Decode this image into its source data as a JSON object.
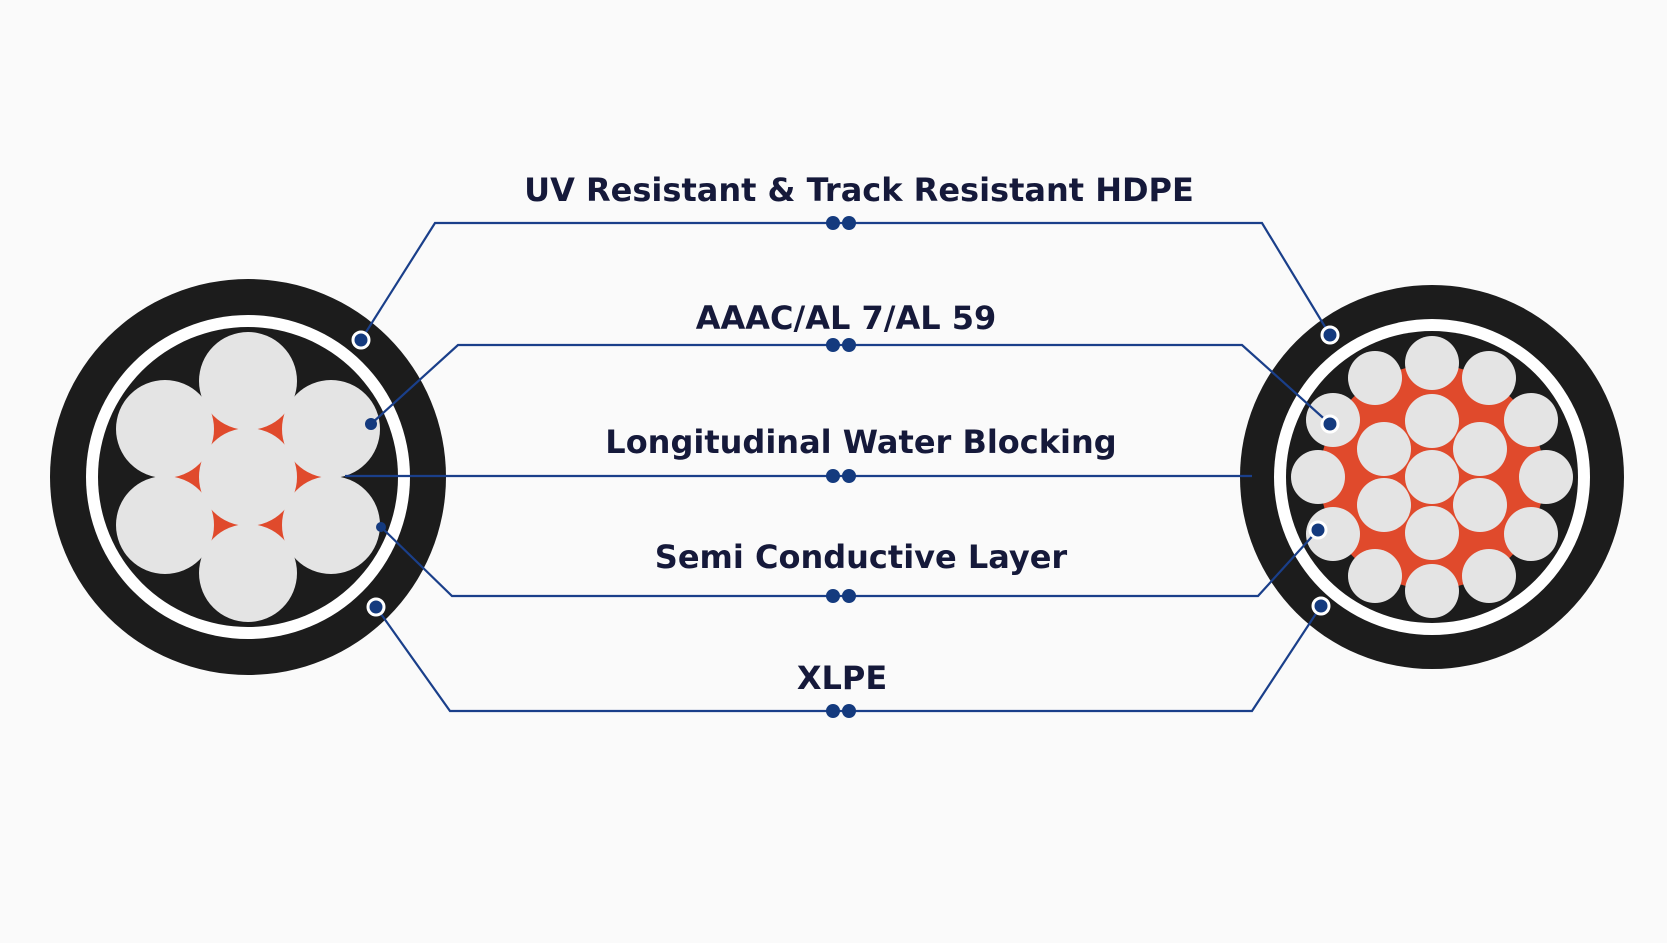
{
  "diagram": {
    "title": "",
    "labels": [
      {
        "id": "hdpe",
        "text": "UV Resistant & Track Resistant HDPE"
      },
      {
        "id": "conductor",
        "text": "AAAC/AL 7/AL 59"
      },
      {
        "id": "water-blocking",
        "text": "Longitudinal Water Blocking"
      },
      {
        "id": "semi-conductive",
        "text": "Semi Conductive Layer"
      },
      {
        "id": "xlpe",
        "text": "XLPE"
      }
    ],
    "cables": [
      {
        "id": "left",
        "strand_count": 7
      },
      {
        "id": "right",
        "strand_count": 19
      }
    ]
  },
  "colors": {
    "background": "#fafafa",
    "leader_line": "#1a3f8a",
    "dot": "#143a7e",
    "label_text": "#15193a",
    "sheath": "#1c1c1c",
    "insulation": "#ffffff",
    "strand": "#e4e4e4",
    "water_blocking": "#e04a2c"
  }
}
